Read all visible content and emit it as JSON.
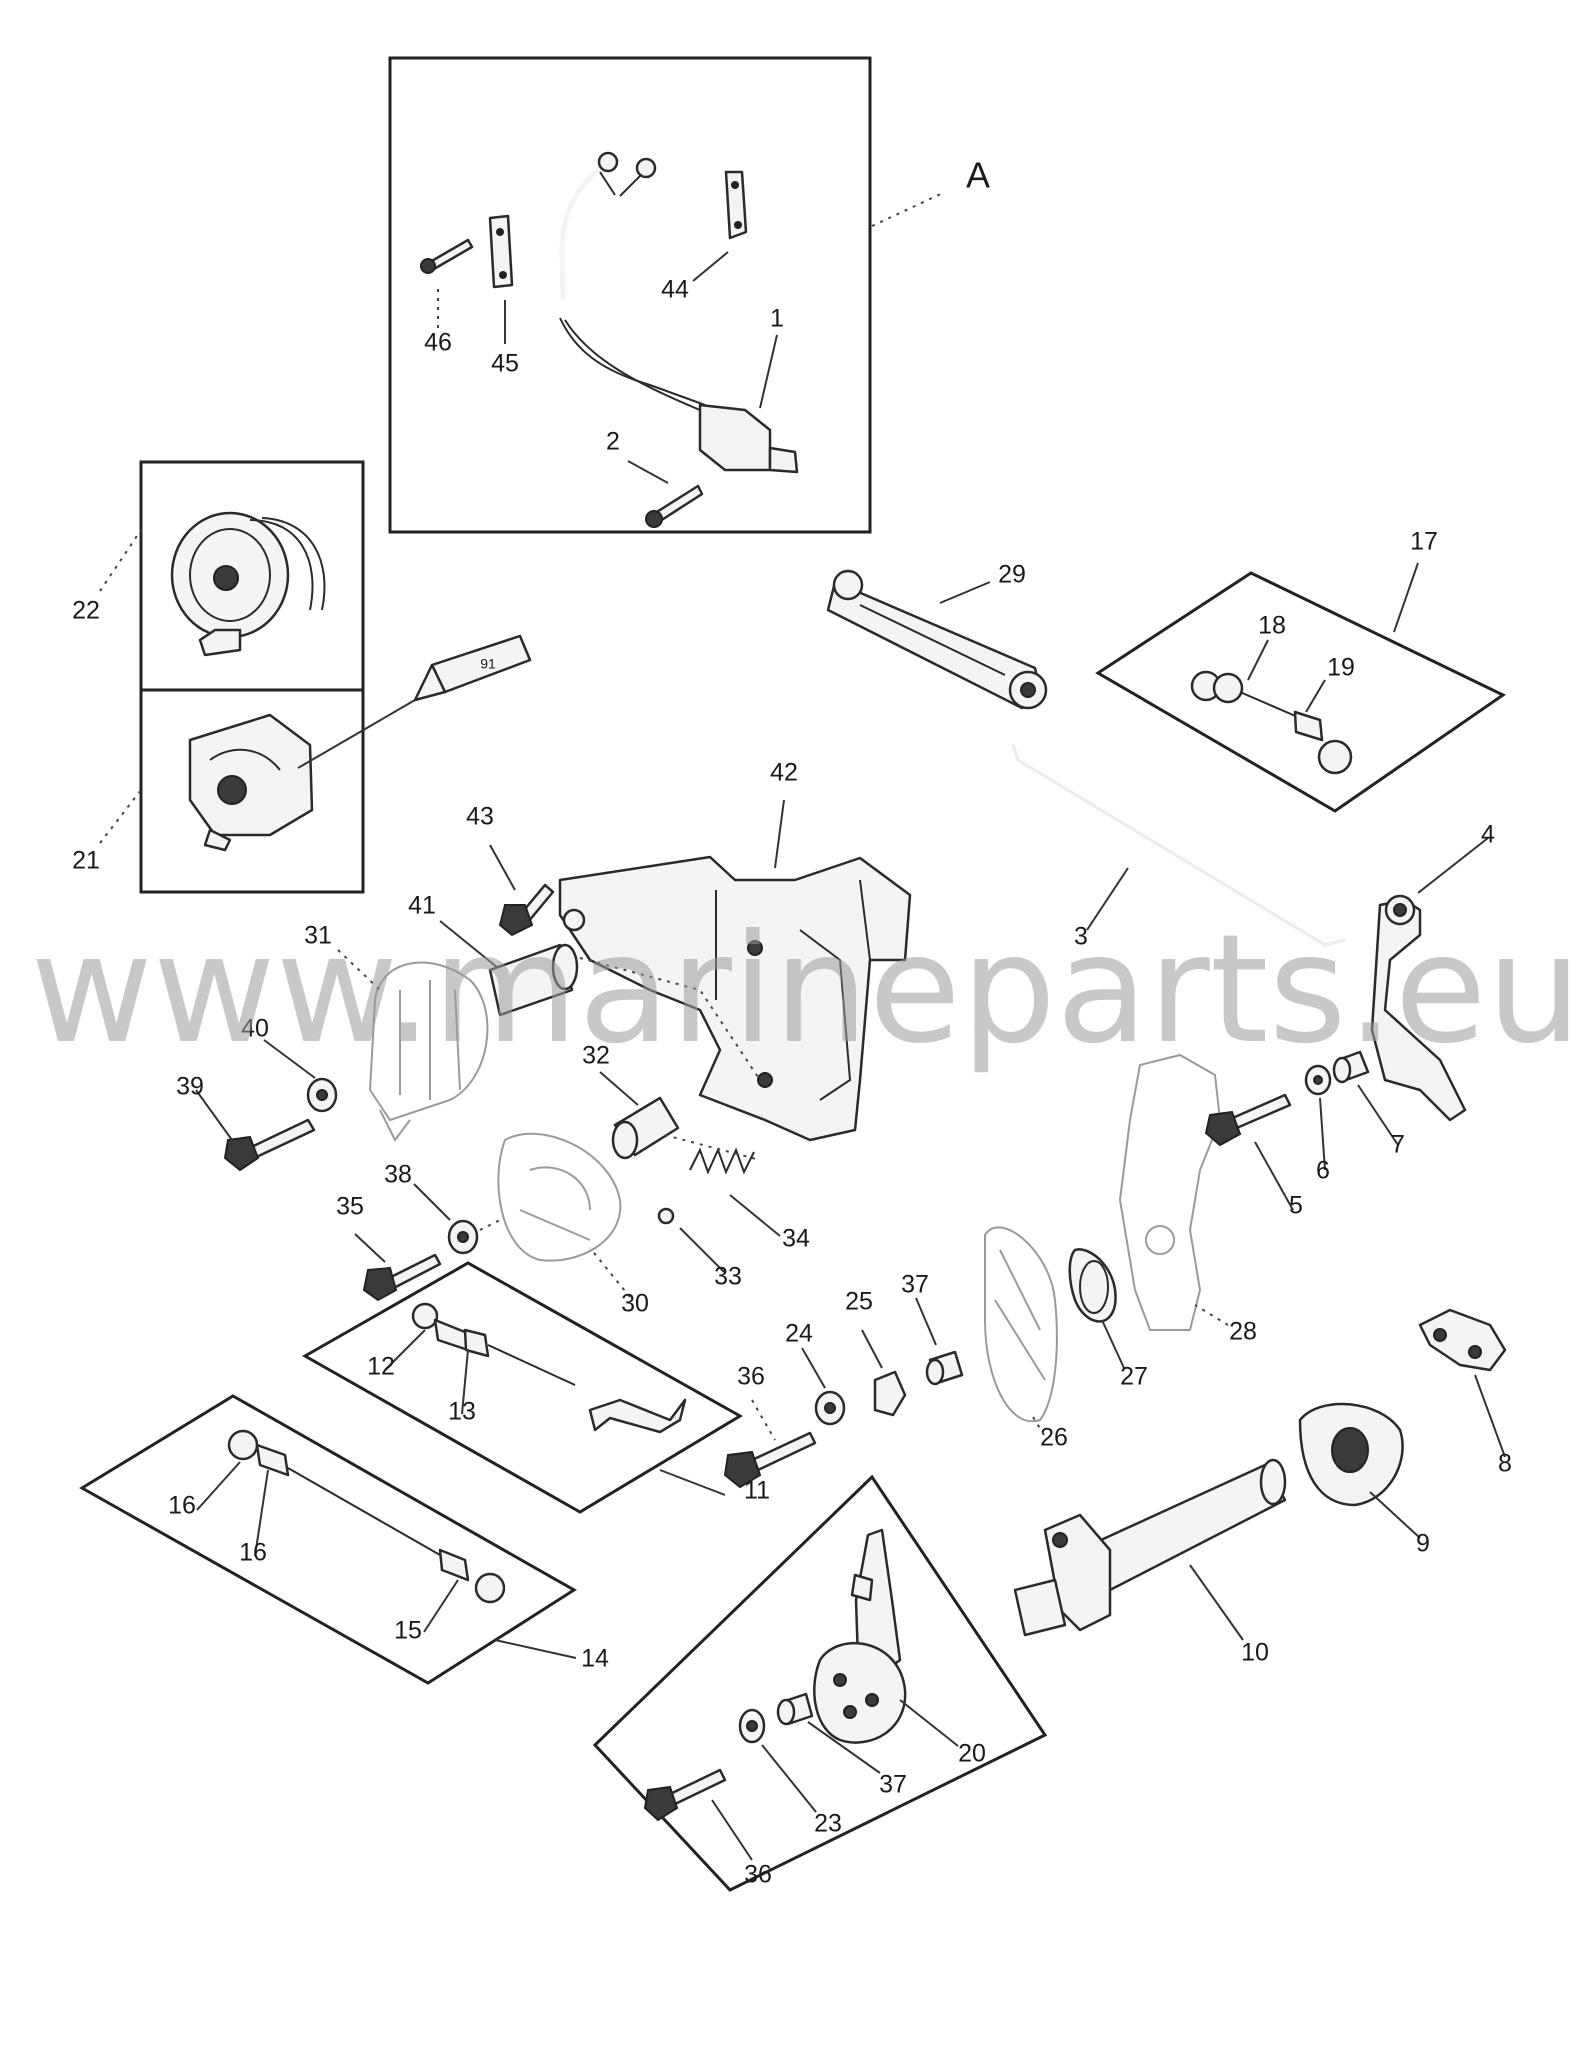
{
  "watermark": "www.marineparts.eu",
  "view_label": "A",
  "callouts": {
    "c1": "1",
    "c2": "2",
    "c3": "3",
    "c4": "4",
    "c5": "5",
    "c6": "6",
    "c7": "7",
    "c8": "8",
    "c9": "9",
    "c10": "10",
    "c11": "11",
    "c12": "12",
    "c13": "13",
    "c14": "14",
    "c15": "15",
    "c16a": "16",
    "c16b": "16",
    "c17": "17",
    "c18": "18",
    "c19": "19",
    "c20": "20",
    "c21": "21",
    "c22": "22",
    "c23": "23",
    "c24": "24",
    "c25": "25",
    "c26": "26",
    "c27": "27",
    "c28": "28",
    "c29": "29",
    "c30": "30",
    "c31": "31",
    "c32": "32",
    "c33": "33",
    "c34": "34",
    "c35": "35",
    "c36a": "36",
    "c36b": "36",
    "c37a": "37",
    "c37b": "37",
    "c38": "38",
    "c39": "39",
    "c40": "40",
    "c41": "41",
    "c42": "42",
    "c43": "43",
    "c44": "44",
    "c45": "45",
    "c46": "46"
  },
  "tube_label": "91"
}
